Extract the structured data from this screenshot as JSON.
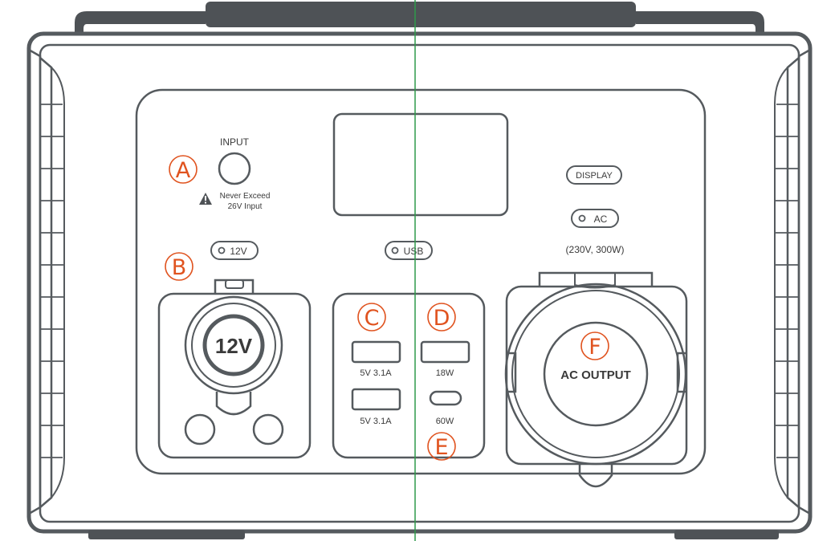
{
  "colors": {
    "outline": "#555a5e",
    "dark_fill": "#4e5256",
    "callout": "#e0531f",
    "guide_line": "#2f9a4a",
    "background": "#ffffff"
  },
  "panel": {
    "input_label": "INPUT",
    "warning_line1": "Never Exceed",
    "warning_line2": "26V Input",
    "warning_icon": "warning-triangle-icon",
    "display_button": "DISPLAY",
    "ac_button": "AC",
    "ac_rating": "(230V, 300W)",
    "dc_button": "12V",
    "usb_button": "USB",
    "car_socket_label": "12V",
    "usb_a1_rating": "5V 3.1A",
    "usb_a2_rating": "5V 3.1A",
    "qc_rating": "18W",
    "usbc_rating": "60W",
    "ac_output_label": "AC OUTPUT"
  },
  "callouts": {
    "a": "A",
    "b": "B",
    "c": "C",
    "d": "D",
    "e": "E",
    "f": "F"
  }
}
